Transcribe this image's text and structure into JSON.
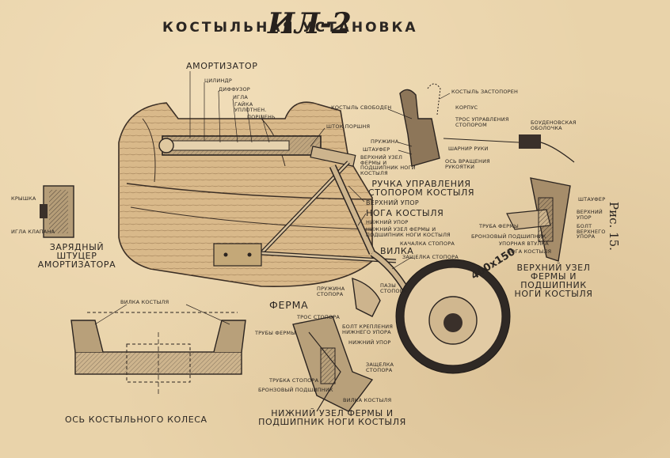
{
  "title": {
    "heading": "КОСТЫЛЬНАЯ УСТАНОВКА",
    "stamp": "ИЛ-2"
  },
  "figure_number": "Рис. 15.",
  "main_assembly": {
    "labels": {
      "amortizator": "АМОРТИЗАТОР",
      "cilindr": "ЦИЛИНДР",
      "diffuzor": "ДИФФУЗОР",
      "igla": "ИГЛА",
      "gaika_uplotnen": "ГАЙКА УПЛОТНЕН.",
      "porshen": "ПОРШЕНЬ",
      "shtok_porshnya": "ШТОК ПОРШНЯ",
      "kostyl_svoboden": "КОСТЫЛЬ СВОБОДЕН",
      "kostyl_zastoporen": "КОСТЫЛЬ ЗАСТОПОРЕН",
      "korpus": "КОРПУС",
      "tros_upravleniya_stoporom": "ТРОС УПРАВЛЕНИЯ СТОПОРОМ",
      "pruzhina": "ПРУЖИНА",
      "shtaufer": "ШТАУФЕР",
      "verkhniy_uzel_fermy": "ВЕРХНИЙ УЗЕЛ ФЕРМЫ И ПОДШИПНИК НОГИ КОСТЫЛЯ",
      "budenovskaya_obolochka": "БОУДЕНОВСКАЯ ОБОЛОЧКА",
      "sharnir_ruki": "ШАРНИР РУКИ",
      "os_vrashcheniya": "ОСЬ ВРАЩЕНИЯ РУКОЯТКИ",
      "ruchka_upravleniya": "РУЧКА УПРАВЛЕНИЯ СТОПОРОМ КОСТЫЛЯ",
      "verkhniy_upor": "ВЕРХНИЙ УПОР",
      "noga_kostylya": "НОГА КОСТЫЛЯ",
      "nizhniy_upor": "НИЖНИЙ УПОР",
      "nizhniy_uzel_fermy_small": "НИЖНИЙ УЗЕЛ ФЕРМЫ И ПОДШИПНИК НОГИ КОСТЫЛЯ",
      "kachalka_stopora": "КАЧАЛКА СТОПОРА",
      "vilka": "ВИЛКА",
      "zashchelka_stopora": "ЗАЩЕЛКА СТОПОРА",
      "pazy_stopora": "ПАЗЫ СТОПОРА",
      "pruzhina_stopora": "ПРУЖИНА СТОПОРА",
      "ferma": "ФЕРМА",
      "tire": "400x150"
    }
  },
  "charging_fitting": {
    "caption": "ЗАРЯДНЫЙ ШТУЦЕР АМОРТИЗАТОРА",
    "kryshka": "КРЫШКА",
    "igla_klapana": "ИГЛА КЛАПАНА"
  },
  "upper_node": {
    "caption": "ВЕРХНИЙ УЗЕЛ ФЕРМЫ И ПОДШИПНИК НОГИ КОСТЫЛЯ",
    "shtaufer": "ШТАУФЕР",
    "verkhniy_upor": "ВЕРХНИЙ УПОР",
    "bolt_verkhnego_upora": "БОЛТ ВЕРХНЕГО УПОРА",
    "truba_fermy": "ТРУБА ФЕРМЫ",
    "bronzovy_podshipnik": "БРОНЗОВЫЙ ПОДШИПНИК",
    "upornaya_vtulka": "УПОРНАЯ ВТУЛКА",
    "noga_kostylya": "НОГА КОСТЫЛЯ"
  },
  "axle": {
    "caption": "ОСЬ КОСТЫЛЬНОГО КОЛЕСА",
    "vilka_kostylya": "ВИЛКА КОСТЫЛЯ"
  },
  "lower_node": {
    "caption": "НИЖНИЙ УЗЕЛ ФЕРМЫ И ПОДШИПНИК НОГИ КОСТЫЛЯ",
    "tros_stopora": "ТРОС СТОПОРА",
    "truby_fermy": "ТРУБЫ ФЕРМЫ",
    "bolt_krepleniya": "БОЛТ КРЕПЛЕНИЯ НИЖНЕГО УПОРА",
    "nizhniy_upor": "НИЖНИЙ УПОР",
    "trubka_stopora": "ТРУБКА СТОПОРА",
    "zashchelka_stopora": "ЗАЩЕЛКА СТОПОРА",
    "bronzovy_podshipnik": "БРОНЗОВЫЙ ПОДШИПНИК",
    "vilka_kostylya": "ВИЛКА КОСТЫЛЯ"
  }
}
